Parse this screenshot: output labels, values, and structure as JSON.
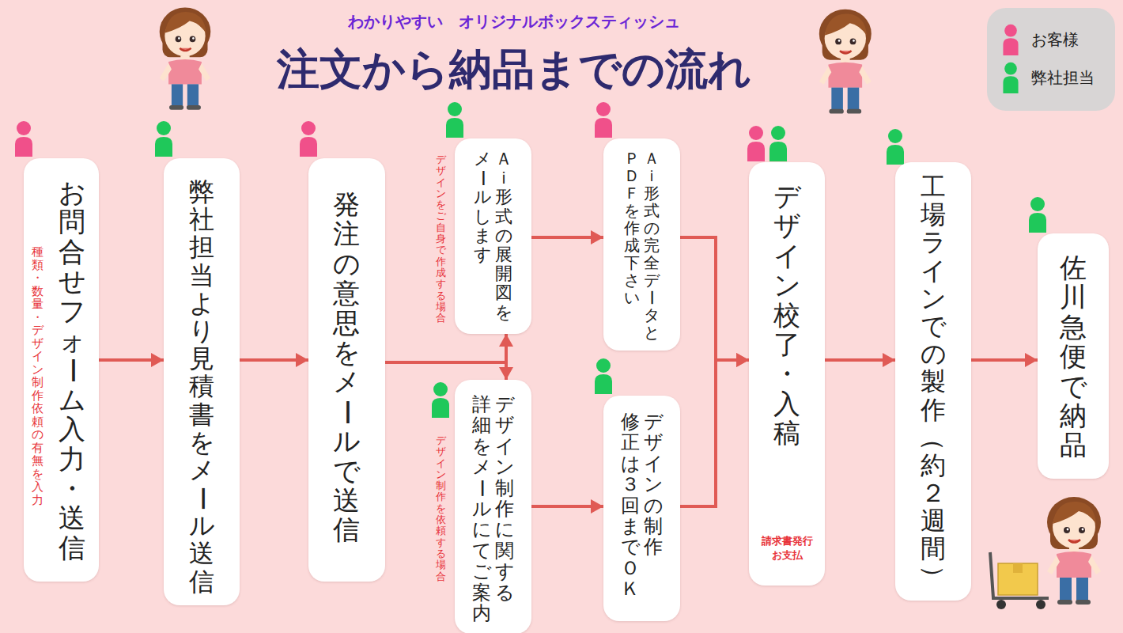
{
  "diagram": {
    "title": "注文から納品までの流れ",
    "nodes": [
      {
        "text": [
          "お問合せフォーム入力・送信",
          "種類・数量・デザイン制作依頼の有無を入力"
        ]
      },
      {
        "text": [
          "弊社担当より見積書をメール送信"
        ]
      },
      {
        "text": [
          "発注の意思をメールで送信"
        ]
      },
      {
        "text": [
          "Ａｉ形式の展開図をメールします",
          "デザインをご自身で作成する場合"
        ]
      },
      {
        "text": [
          "デザイン制作に関する詳細をメールにてご案内",
          "デザイン制作を依頼する場合"
        ]
      },
      {
        "text": [
          "Ａｉ形式の完全データとＰＤＦを作成下さい"
        ]
      },
      {
        "text": [
          "デザインの制作修正は３回までＯＫ"
        ]
      },
      {
        "text": [
          "デザイン校了・入稿",
          "請求書発行 お支払"
        ]
      },
      {
        "text": [
          "工場ラインでの製作（約２週間）"
        ]
      },
      {
        "text": [
          "佐川急便で納品"
        ]
      }
    ],
    "edges": [
      {
        "from": 0,
        "to": 1,
        "arrow": "to"
      },
      {
        "from": 1,
        "to": 2,
        "arrow": "to"
      },
      {
        "from": 2,
        "to": 3,
        "arrow": "to"
      },
      {
        "from": 2,
        "to": 4,
        "arrow": "to"
      },
      {
        "from": 3,
        "to": 5,
        "arrow": "to"
      },
      {
        "from": 4,
        "to": 6,
        "arrow": "to"
      },
      {
        "from": 5,
        "to": 7,
        "arrow": "to"
      },
      {
        "from": 6,
        "to": 7,
        "arrow": "to"
      },
      {
        "from": 7,
        "to": 8,
        "arrow": "to"
      },
      {
        "from": 8,
        "to": 9,
        "arrow": "to"
      }
    ],
    "labels": [
      "わかりやすい　オリジナルボックスティッシュ"
    ],
    "legend": [
      {
        "text": "お客様",
        "color": "#f0508a"
      },
      {
        "text": "弊社担当",
        "color": "#1fc85a"
      }
    ]
  }
}
